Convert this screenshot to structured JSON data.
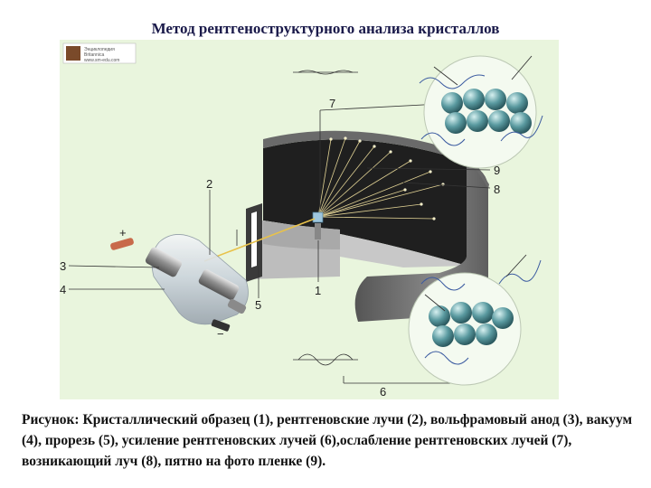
{
  "slide": {
    "title": "Метод рентгеноструктурного анализа кристаллов",
    "caption": "Рисунок: Кристаллический образец (1), рентгеновские лучи (2), вольфрамовый анод (3), вакуум (4), прорезь (5), усиление рентгеновских лучей (6),ослабление рентгеновских лучей (7), возникающий луч (8), пятно на фото пленке (9)."
  },
  "figure": {
    "logo": {
      "line1": "Энциклопедия",
      "line2": "Britannica",
      "line3": "www.sm-edu.com"
    },
    "labels": {
      "l1": "1",
      "l2": "2",
      "l3": "3",
      "l4": "4",
      "l5": "5",
      "l6": "6",
      "l7": "7",
      "l8": "8",
      "l9": "9",
      "plus": "+",
      "minus": "−"
    }
  }
}
